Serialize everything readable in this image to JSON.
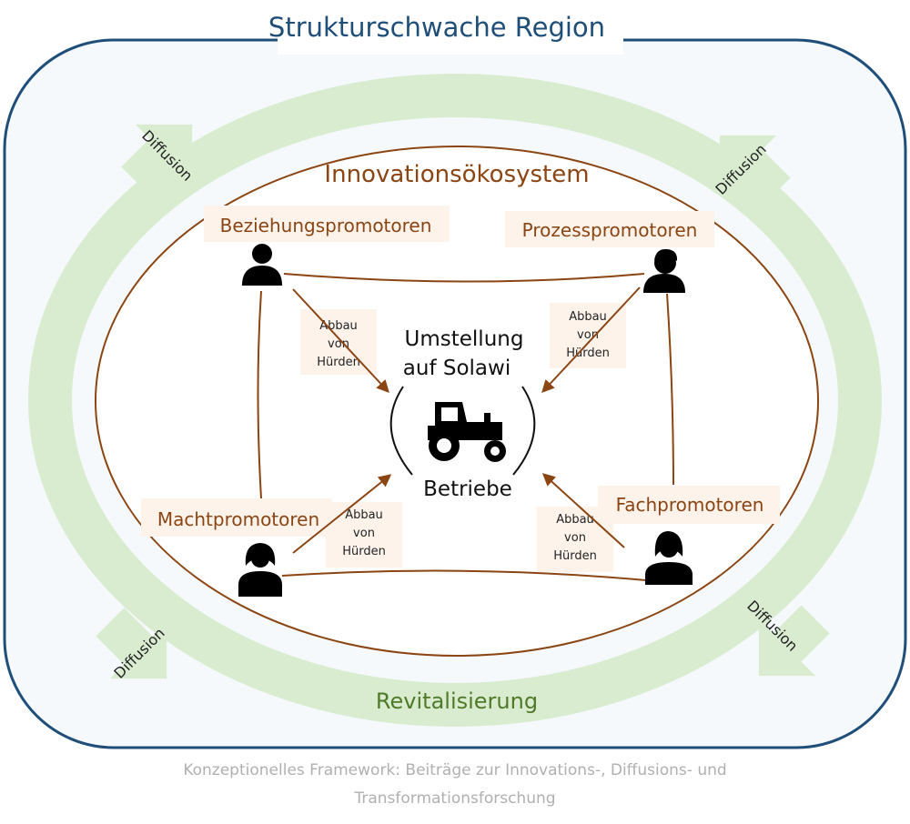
{
  "region_title": "Strukturschwache Region",
  "ecosystem_title": "Innovationsökosystem",
  "center": {
    "line1": "Umstellung",
    "line2": "auf Solawi",
    "bottom": "Betriebe",
    "icon": "tractor-icon"
  },
  "promoters": {
    "beziehung": "Beziehungspromotoren",
    "prozess": "Prozesspromotoren",
    "macht": "Machtpromotoren",
    "fach": "Fachpromotoren"
  },
  "hurdles": {
    "line1": "Abbau",
    "line2": "von",
    "line3": "Hürden"
  },
  "diffusion_label": "Diffusion",
  "revitalization_label": "Revitalisierung",
  "caption": {
    "line1": "Konzeptionelles Framework: Beiträge zur Innovations-, Diffusions- und",
    "line2": "Transformationsforschung"
  },
  "colors": {
    "region_border": "#1f4e79",
    "region_title": "#1f4e79",
    "ecosystem": "#8b4513",
    "diffusion_ring": "#d9ecd0",
    "revitalization": "#4f7a28",
    "caption": "#b0b0b0"
  }
}
